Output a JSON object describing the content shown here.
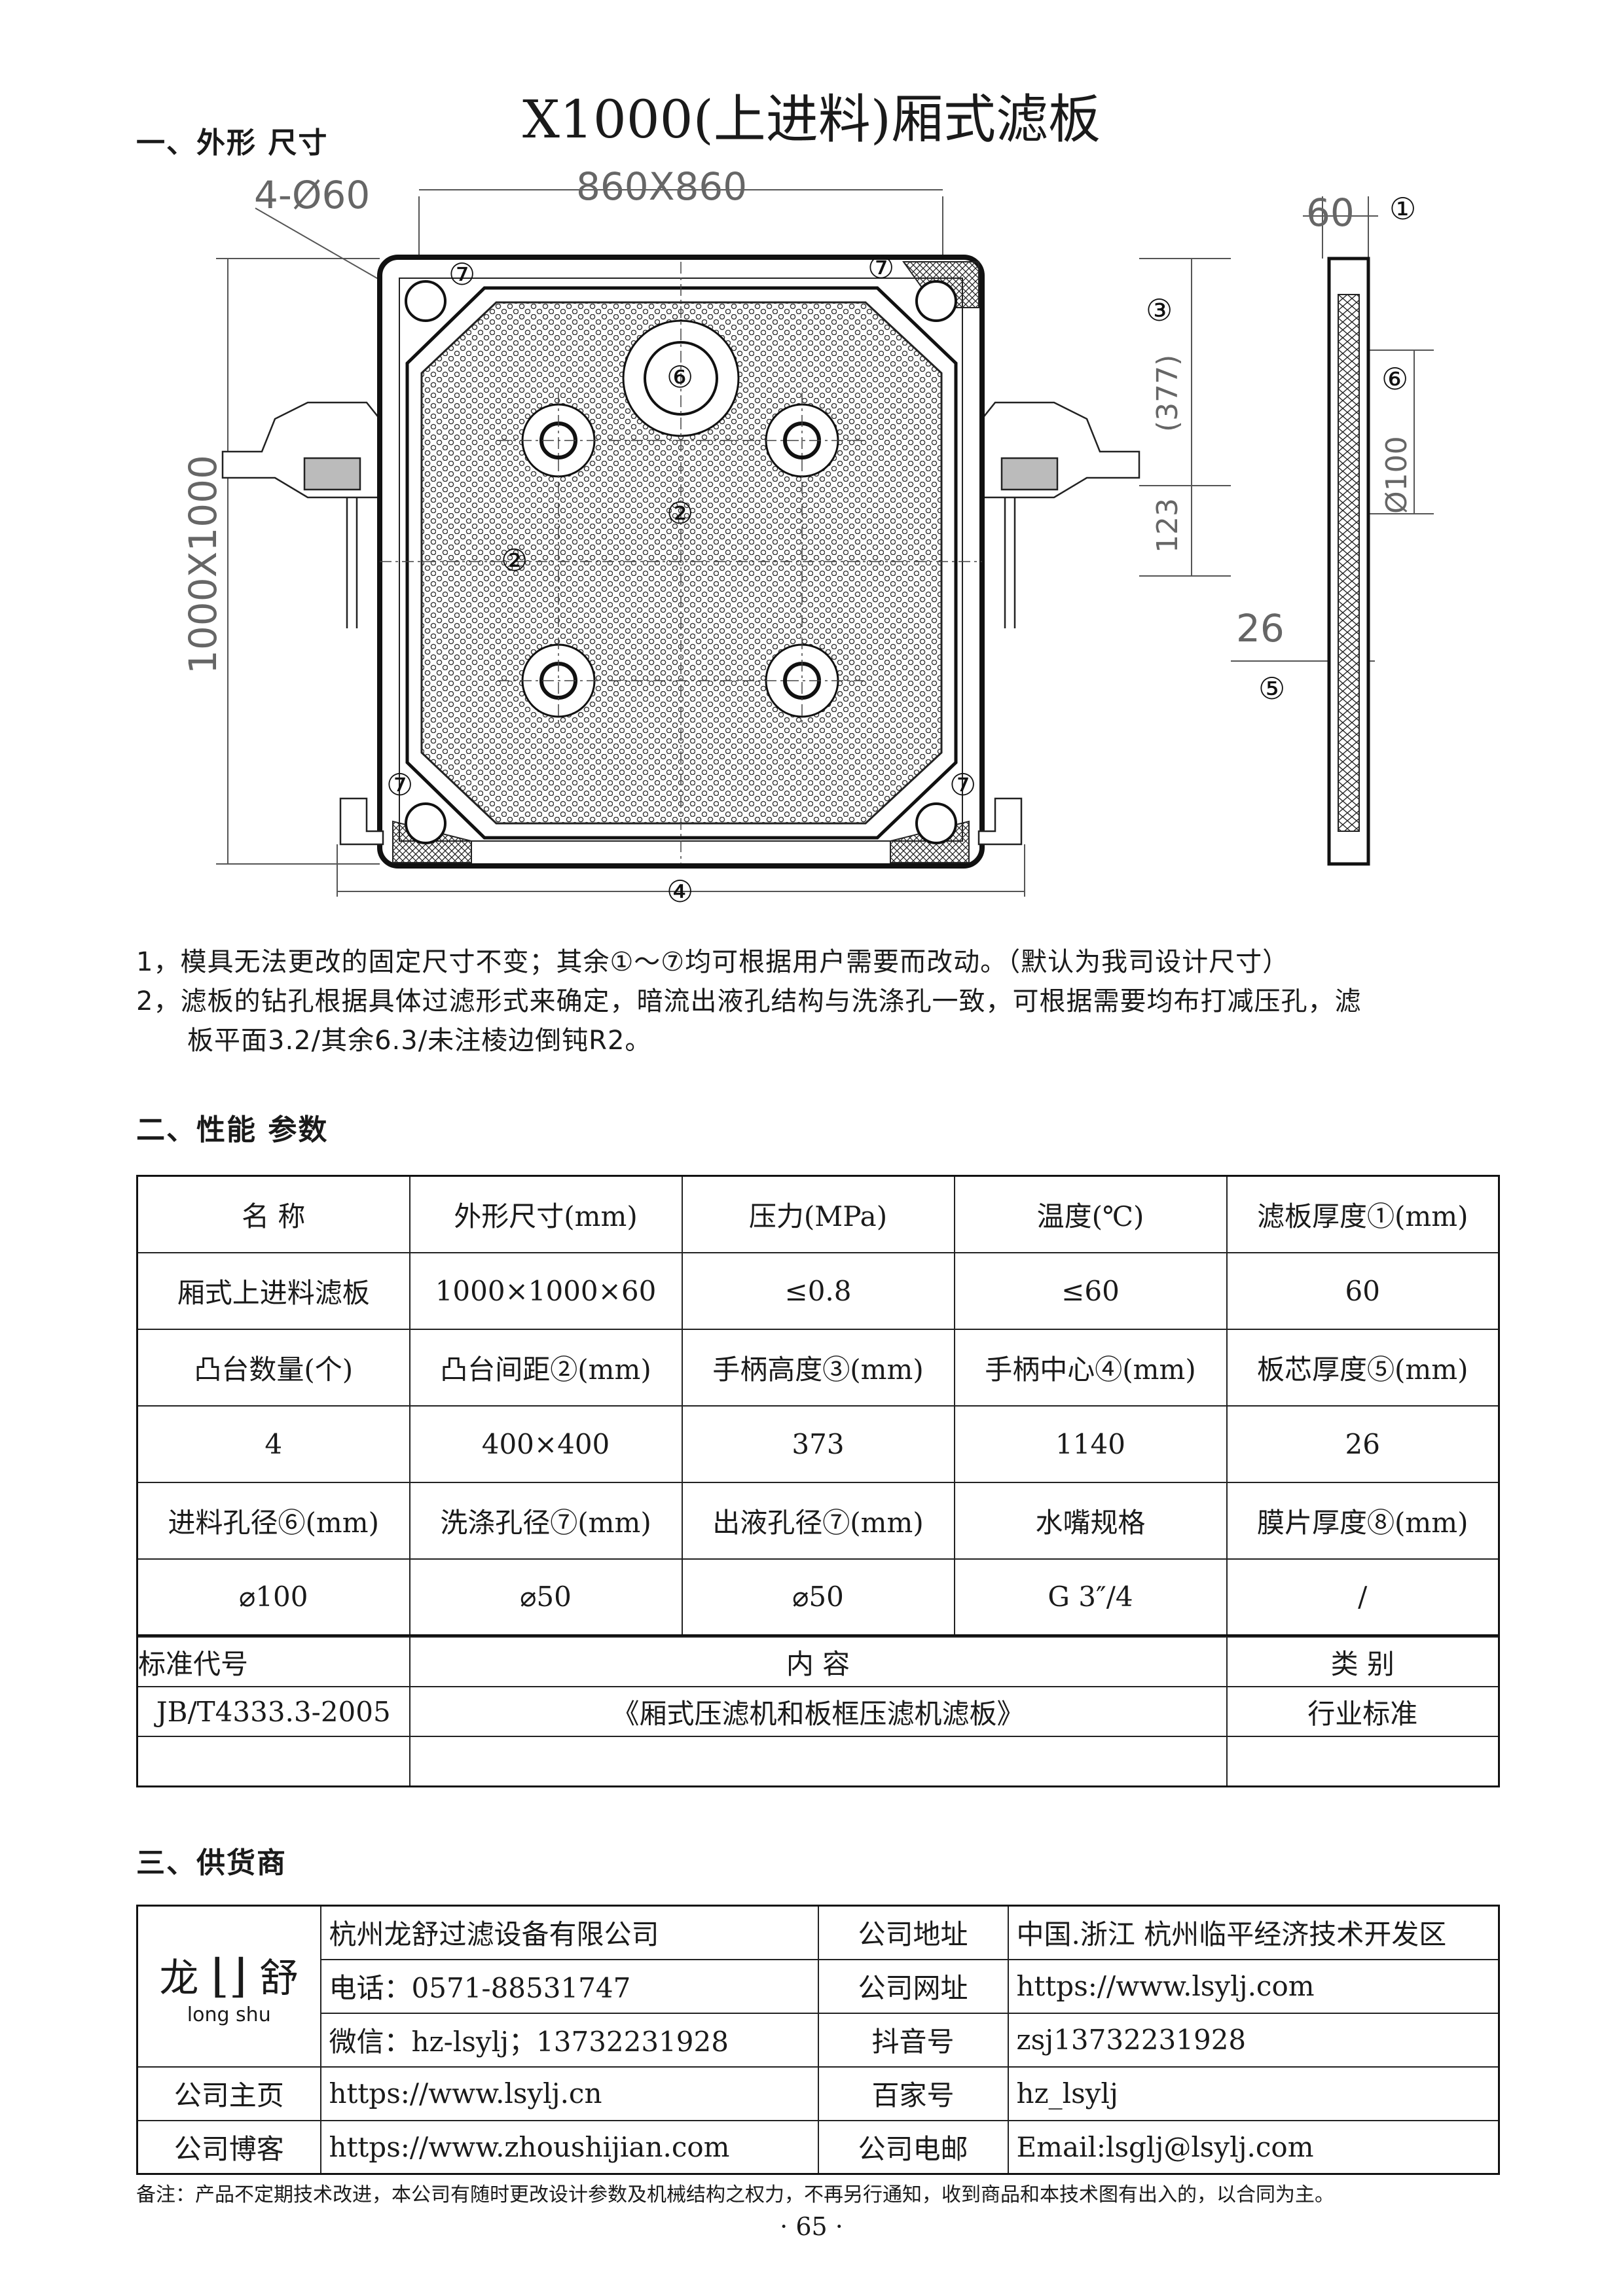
{
  "title": "X1000(上进料)厢式滤板",
  "section1": {
    "heading": "一、外形 尺寸",
    "drawing": {
      "dim_holes": "4-Ø60",
      "dim_top": "860X860",
      "dim_left": "1000X1000",
      "dim_bottom": "④",
      "dim_thickness": "60",
      "dim_handle": "(377)",
      "dim_feed": "Ø100",
      "dim_123": "123",
      "dim_core": "26",
      "m1": "①",
      "m2": "②",
      "m3": "③",
      "m5": "⑤",
      "m6": "⑥",
      "m7": "⑦"
    },
    "notes": [
      "1，模具无法更改的固定尺寸不变；其余①～⑦均可根据用户需要而改动。（默认为我司设计尺寸）",
      "2，滤板的钻孔根据具体过滤形式来确定，暗流出液孔结构与洗涤孔一致，可根据需要均布打减压孔，滤",
      "板平面3.2∕其余6.3∕未注棱边倒钝R2。"
    ]
  },
  "section2": {
    "heading": "二、性能 参数",
    "rows": [
      [
        "名 称",
        "外形尺寸(mm)",
        "压力(MPa)",
        "温度(℃)",
        "滤板厚度①(mm)"
      ],
      [
        "厢式上进料滤板",
        "1000×1000×60",
        "≤0.8",
        "≤60",
        "60"
      ],
      [
        "凸台数量(个)",
        "凸台间距②(mm)",
        "手柄高度③(mm)",
        "手柄中心④(mm)",
        "板芯厚度⑤(mm)"
      ],
      [
        "4",
        "400×400",
        "373",
        "1140",
        "26"
      ],
      [
        "进料孔径⑥(mm)",
        "洗涤孔径⑦(mm)",
        "出液孔径⑦(mm)",
        "水嘴规格",
        "膜片厚度⑧(mm)"
      ],
      [
        "⌀100",
        "⌀50",
        "⌀50",
        "G 3″/4",
        "/"
      ]
    ],
    "standard": {
      "header": [
        "标准代号",
        "内 容",
        "类 别"
      ],
      "row": [
        "JB/T4333.3-2005",
        "《厢式压滤机和板框压滤机滤板》",
        "行业标准"
      ],
      "empty": [
        "",
        "",
        ""
      ]
    }
  },
  "section3": {
    "heading": "三、供货商",
    "logo": {
      "chars_left": "龙",
      "chars_right": "舒",
      "pinyin": "long shu"
    },
    "rows": [
      [
        "杭州龙舒过滤设备有限公司",
        "公司地址",
        "中国.浙江 杭州临平经济技术开发区"
      ],
      [
        "电话：0571-88531747",
        "公司网址",
        "https://www.lsylj.com"
      ],
      [
        "微信：hz-lsylj；13732231928",
        "抖音号",
        "zsj13732231928"
      ]
    ],
    "rows2": [
      [
        "公司主页",
        "https://www.lsylj.cn",
        "百家号",
        "hz_lsylj"
      ],
      [
        "公司博客",
        "https://www.zhoushijian.com",
        "公司电邮",
        "Email:lsglj@lsylj.com"
      ]
    ]
  },
  "footnote": "备注：产品不定期技术改进，本公司有随时更改设计参数及机械结构之权力，不再另行通知，收到商品和本技术图有出入的，以合同为主。",
  "page_number": "· 65 ·"
}
